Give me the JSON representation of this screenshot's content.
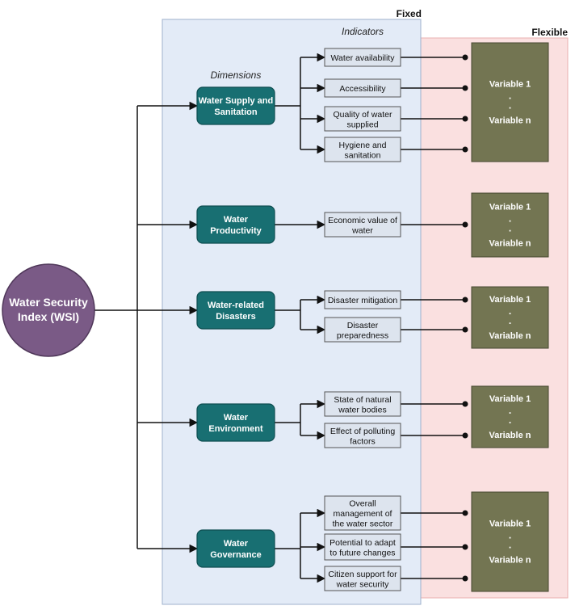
{
  "regions": {
    "fixed_label": "Fixed",
    "flexible_label": "Flexible",
    "dimensions_label": "Dimensions",
    "indicators_label": "Indicators"
  },
  "root": {
    "lines": [
      "Water Security",
      "Index (WSI)"
    ]
  },
  "dimensions": [
    {
      "lines": [
        "Water Supply and",
        "Sanitation"
      ],
      "indicators": [
        {
          "lines": [
            "Water availability"
          ]
        },
        {
          "lines": [
            "Accessibility"
          ]
        },
        {
          "lines": [
            "Quality of water",
            "supplied"
          ]
        },
        {
          "lines": [
            "Hygiene and",
            "sanitation"
          ]
        }
      ],
      "variables": {
        "first": "Variable 1",
        "dot1": ".",
        "dot2": ".",
        "last": "Variable n"
      }
    },
    {
      "lines": [
        "Water",
        "Productivity"
      ],
      "indicators": [
        {
          "lines": [
            "Economic value of",
            "water"
          ]
        }
      ],
      "variables": {
        "first": "Variable 1",
        "dot1": ".",
        "dot2": ".",
        "last": "Variable n"
      }
    },
    {
      "lines": [
        "Water-related",
        "Disasters"
      ],
      "indicators": [
        {
          "lines": [
            "Disaster mitigation"
          ]
        },
        {
          "lines": [
            "Disaster",
            "preparedness"
          ]
        }
      ],
      "variables": {
        "first": "Variable 1",
        "dot1": ".",
        "dot2": ".",
        "last": "Variable n"
      }
    },
    {
      "lines": [
        "Water",
        "Environment"
      ],
      "indicators": [
        {
          "lines": [
            "State of natural",
            "water bodies"
          ]
        },
        {
          "lines": [
            "Effect of polluting",
            "factors"
          ]
        }
      ],
      "variables": {
        "first": "Variable 1",
        "dot1": ".",
        "dot2": ".",
        "last": "Variable n"
      }
    },
    {
      "lines": [
        "Water",
        "Governance"
      ],
      "indicators": [
        {
          "lines": [
            "Overall",
            "management of",
            "the water sector"
          ]
        },
        {
          "lines": [
            "Potential to adapt",
            "to future changes"
          ]
        },
        {
          "lines": [
            "Citizen support for",
            "water security"
          ]
        }
      ],
      "variables": {
        "first": "Variable 1",
        "dot1": ".",
        "dot2": ".",
        "last": "Variable n"
      }
    }
  ],
  "colors": {
    "fixed_fill": "#e3ebf7",
    "fixed_stroke": "#9fb1cc",
    "flexible_fill": "#fae0e0",
    "flexible_stroke": "#eab0b0",
    "root_fill": "#7a5a86",
    "root_stroke": "#4f3759",
    "dimension_fill": "#186f72",
    "dimension_stroke": "#0e4e51",
    "indicator_fill": "#dde4ee",
    "indicator_stroke": "#555555",
    "variable_fill": "#737552",
    "variable_stroke": "#464830",
    "line": "#111111"
  }
}
